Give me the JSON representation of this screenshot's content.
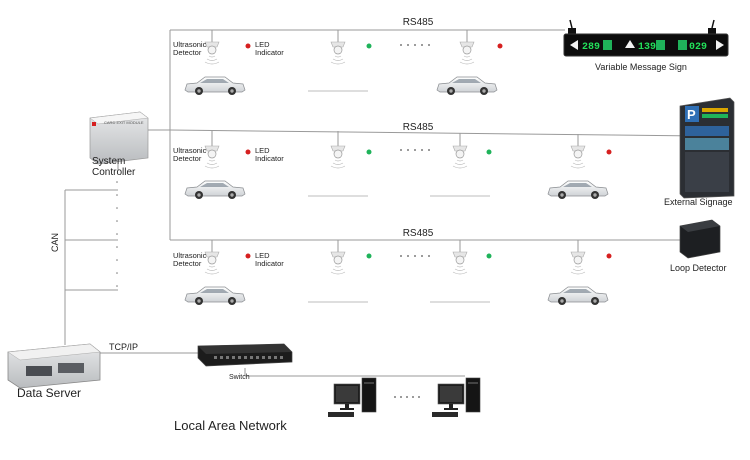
{
  "bus_labels": {
    "rs485_top": "RS485",
    "rs485_middle": "RS485",
    "rs485_bottom": "RS485",
    "can": "CAN",
    "tcpip": "TCP/IP"
  },
  "device_labels": {
    "system_controller_line1": "System",
    "system_controller_line2": "Controller",
    "data_server": "Data Server",
    "switch": "Switch",
    "lan": "Local Area Network",
    "vms": "Variable Message Sign",
    "external_signage": "External Signage",
    "loop_detector": "Loop Detector",
    "controller_panel_text": "CARD EXIT MODULE"
  },
  "row_labels": {
    "ultrasonic_1": "Ultrasonic",
    "ultrasonic_2": "Detector",
    "led_1": "LED",
    "led_2": "Indicator"
  },
  "vms_display": {
    "count_1": "289",
    "count_2": "139",
    "count_3": "029"
  },
  "led_states": {
    "row1": [
      "red",
      "green",
      "red"
    ],
    "row2": [
      "red",
      "green",
      "green",
      "red"
    ],
    "row3": [
      "red",
      "green",
      "green",
      "red"
    ]
  },
  "colors": {
    "line": "#9a9a9a",
    "led_red": "#d62020",
    "led_green": "#1fb35a",
    "vms_digits": "#22e05a",
    "lan_bg": "#f2f2f2"
  }
}
